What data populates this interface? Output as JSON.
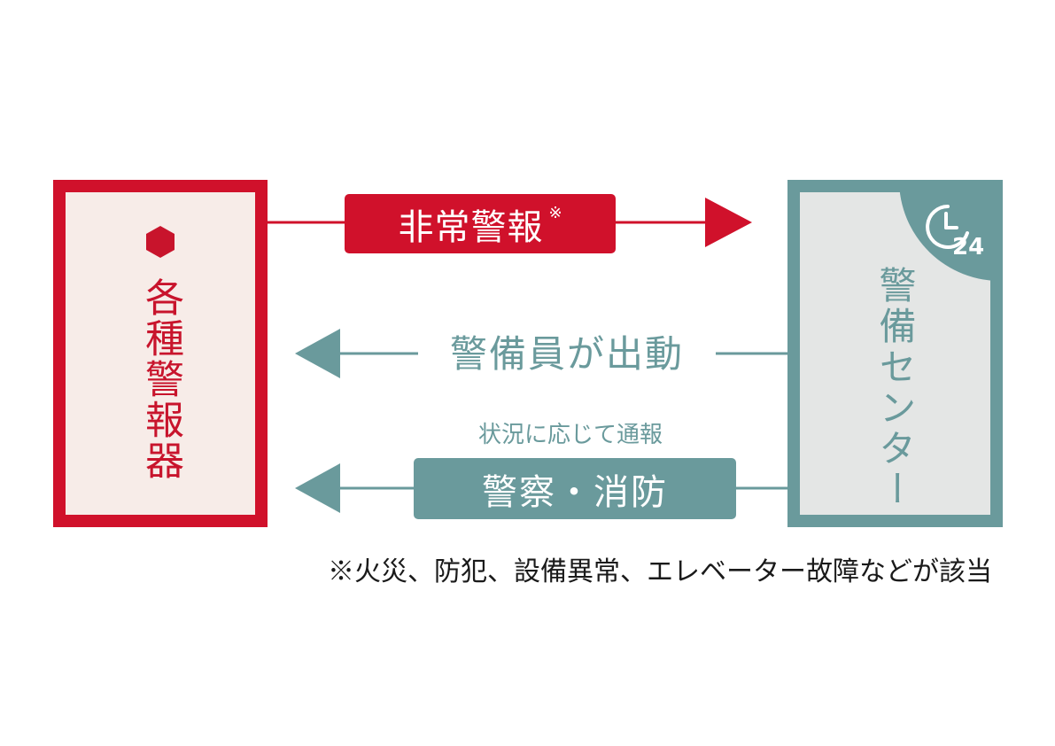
{
  "diagram": {
    "left_box": {
      "label": "各種警報器"
    },
    "right_box": {
      "label": "警備センター",
      "badge_number": "24"
    },
    "arrow_top": {
      "label": "非常警報",
      "mark": "※"
    },
    "arrow_middle": {
      "label": "警備員が出動"
    },
    "arrow_bottom": {
      "caption": "状況に応じて通報",
      "label": "警察・消防"
    },
    "footnote": "※火災、防犯、設備異常、エレベーター故障などが該当",
    "colors": {
      "red": "#d0112b",
      "teal": "#6a9a9c",
      "left_fill": "#f7ece8",
      "right_fill": "#e4e6e5"
    },
    "icons": [
      "hexagon-icon",
      "clock-24-icon",
      "arrow-right-icon",
      "arrow-left-icon"
    ]
  }
}
